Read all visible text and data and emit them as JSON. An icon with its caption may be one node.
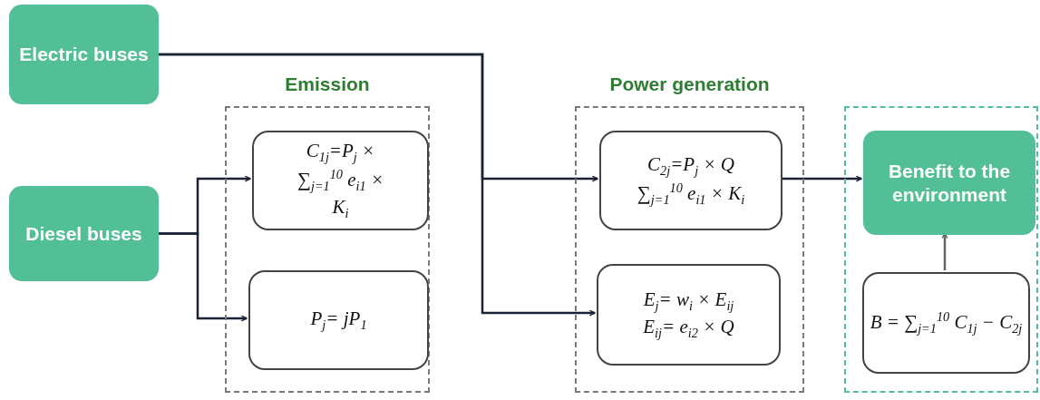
{
  "diagram": {
    "nodes": [
      {
        "text": [
          "Electric buses"
        ]
      },
      {
        "text": [
          "Diesel buses"
        ]
      },
      {
        "text": [
          "Emission"
        ]
      },
      {
        "text": [
          "C$_{1j}$=P$_{j}$ × ∑$_{j=1}$$^{10}$ e$_{i1}$ × K$_{i}$"
        ],
        "in": 2
      },
      {
        "text": [
          "P$_{j}$= jP$_{1}$"
        ],
        "in": 2
      },
      {
        "text": [
          "Power generation"
        ]
      },
      {
        "text": [
          "C$_{2j}$=P$_{j}$ × Q ∑$_{j=1}$$^{10}$ e$_{i1}$ × K$_{i}$"
        ],
        "in": 5
      },
      {
        "text": [
          "E$_{j}$= w$_{i}$ × E$_{ij}$",
          "E$_{ij}$= e$_{i2}$ × Q"
        ],
        "in": 5
      },
      {
        "text": [],
        "shape": "box"
      },
      {
        "text": [
          "Benefit to the environment"
        ],
        "in": 8
      },
      {
        "text": [
          "B = ∑$_{j=1}$$^{10}$ C$_{1j}$ − C$_{2j}$"
        ],
        "in": 8
      }
    ],
    "edges": [
      {
        "from": 1,
        "to": 3,
        "arrow": "to"
      },
      {
        "from": 1,
        "to": 4,
        "arrow": "to"
      },
      {
        "from": 0,
        "to": 6,
        "arrow": "to"
      },
      {
        "from": 0,
        "to": 7,
        "arrow": "to"
      },
      {
        "from": 6,
        "to": 9,
        "arrow": "to"
      },
      {
        "from": 10,
        "to": 9,
        "arrow": "to",
        "color": "#666666"
      }
    ]
  }
}
